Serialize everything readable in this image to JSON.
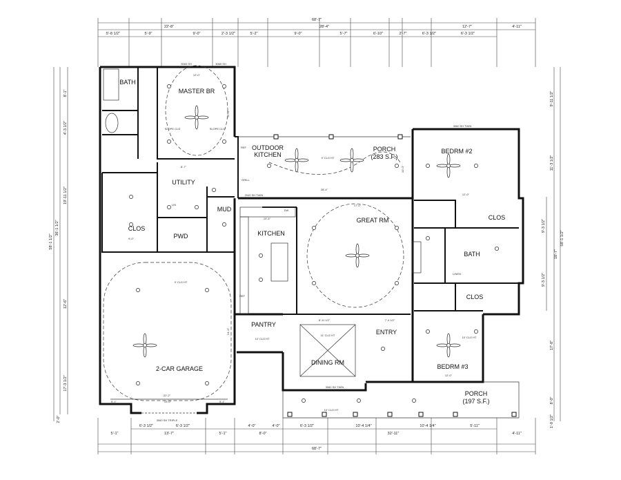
{
  "rooms": {
    "bath": "BATH",
    "master_br": "MASTER BR",
    "outdoor_kitchen": [
      "OUTDOOR",
      "KITCHEN"
    ],
    "porch_back": [
      "PORCH",
      "(283 S.F.)"
    ],
    "bedrm2": "BEDRM #2",
    "utility": "UTILITY",
    "mud": "MUD",
    "clos_master": "CLOS",
    "pwd": "PWD",
    "kitchen": "KITCHEN",
    "great_rm": "GREAT RM",
    "clos_bed2": "CLOS",
    "bath2": "BATH",
    "clos_bed3": "CLOS",
    "pantry": "PANTRY",
    "entry": "ENTRY",
    "dining_rm": "DINING RM",
    "bedrm3": "BEDRM #3",
    "garage": "2-CAR GARAGE",
    "porch_front": [
      "PORCH",
      "(197 S.F.)"
    ]
  },
  "notes": {
    "clg_9": "9' CLG HT",
    "clg_10": "10' CLG HT",
    "clg_11": "11' CLG HT",
    "slope_clg": "SLOPE CLG",
    "window_3060": "3060 SH",
    "window_3060_triple": "3060 SH TRIPLE",
    "window_2040_twin": "2040 SH TWIN",
    "window_3060_twin": "3060 SH TWIN",
    "grill": "GRILL",
    "ref": "REF",
    "linen": "LINEN",
    "lin": "LIN",
    "dw": "DW"
  },
  "interior_dims": {
    "master_width": "12'-0\"",
    "master_depth": "15'-0\"",
    "porch_width": "28'-4\"",
    "porch_depth": "10'-0\"",
    "great_width": "17'-0\"",
    "kitchen_width": "10'-4\"",
    "utility_width": "8'-7\"",
    "clos_width": "9'-0\"",
    "dining_w": "8'-11 1/2\"",
    "entry_w": "7'-4 1/2\"",
    "garage_w": "22'-2\"",
    "garage_d": "24'-0\"",
    "bed3_w": "12'-0\"",
    "bed2_w": "12'-0\"",
    "garage_door": "13'-0\"",
    "garage_side_l": "5'-1\"",
    "garage_side_r": "5'-1\""
  },
  "dimensions": {
    "top_overall": "68'-7\"",
    "top_row2": [
      "22'-8\"",
      "28'-4\"",
      "12'-7\"",
      "4'-11\""
    ],
    "top_row3": [
      "5'-8 1/2\"",
      "5'-9\"",
      "9'-0\"",
      "2'-3 1/2\"",
      "5'-2\"",
      "9'-0\"",
      "5'-7\"",
      "6'-10\"",
      "2'-7\"",
      "6'-3 1/2\"",
      "6'-3 1/2\""
    ],
    "bottom_row1": [
      "6'-3 1/2\"",
      "6'-3 1/2\"",
      "4'-0\"",
      "4'-0\"",
      "6'-3 1/2\"",
      "10'-4 1/4\"",
      "10'-4 1/4\"",
      "5'-11\""
    ],
    "bottom_row2": [
      "5'-1\"",
      "13'-7\"",
      "5'-1\"",
      "8'-0\"",
      "32'-11\"",
      "4'-11\""
    ],
    "bottom_overall": "68'-7\"",
    "left_overall": "58'-1 1/2\"",
    "left_row2": "36'-1 1/2\"",
    "left_row3": [
      "8'-1\"",
      "4'-3 1/2\"",
      "19'-11 1/2\"",
      "12'-6\"",
      "17'-3 1/2\"",
      "2'-0\""
    ],
    "right_overall": "58'-1 1/2\"",
    "right_row2": [
      "18'-7\""
    ],
    "right_row3": [
      "9'-11 1/2\"",
      "11'-3 1/2\"",
      "9'-3 1/2\"",
      "9'-3 1/2\"",
      "17'-8\"",
      "8'-0\"",
      "1'-0 1/2\""
    ]
  }
}
